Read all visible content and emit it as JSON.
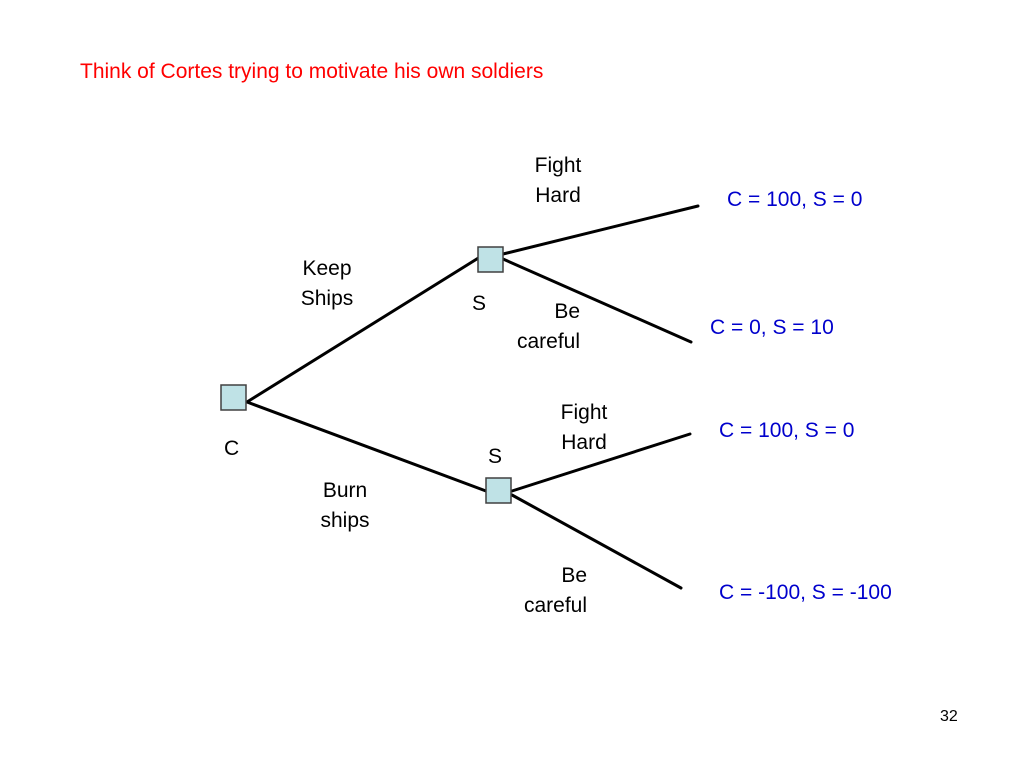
{
  "title": "Think of Cortes trying to motivate his own soldiers",
  "nodes": {
    "root": "C",
    "upper": "S",
    "lower": "S"
  },
  "actions": {
    "keep_ships": [
      "Keep",
      "Ships"
    ],
    "burn_ships": [
      "Burn",
      "ships"
    ],
    "upper_fight_hard": [
      "Fight",
      "Hard"
    ],
    "upper_be_careful": [
      "Be",
      "careful"
    ],
    "lower_fight_hard": [
      "Fight",
      "Hard"
    ],
    "lower_be_careful": [
      "Be",
      "careful"
    ]
  },
  "payoffs": {
    "keep_fight": "C = 100, S = 0",
    "keep_careful": "C = 0, S = 10",
    "burn_fight": "C = 100, S = 0",
    "burn_careful": "C = -100, S = -100"
  },
  "colors": {
    "title": "#ff0000",
    "payoff": "#0000cc",
    "node_fill": "#bfe2e6",
    "edge": "#000000"
  },
  "page_number": "32"
}
